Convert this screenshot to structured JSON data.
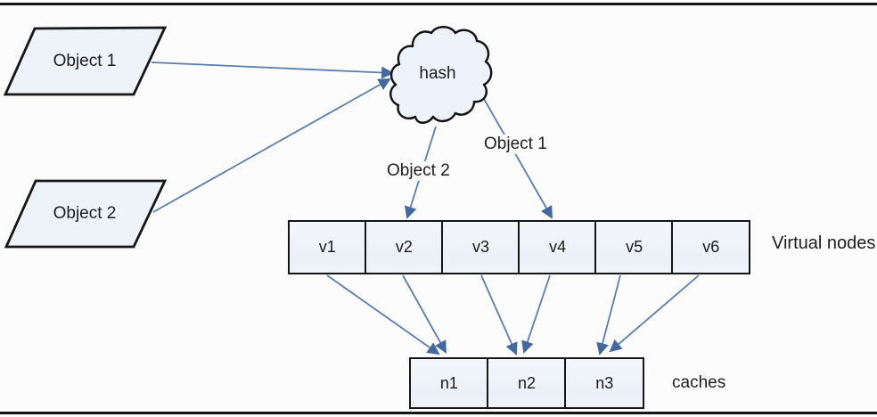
{
  "objects": [
    "Object 1",
    "Object 2"
  ],
  "hash": {
    "label": "hash"
  },
  "virtual_nodes": {
    "side_label": "Virtual nodes",
    "items": [
      "v1",
      "v2",
      "v3",
      "v4",
      "v5",
      "v6"
    ]
  },
  "caches": {
    "side_label": "caches",
    "items": [
      "n1",
      "n2",
      "n3"
    ]
  },
  "edges": [
    {
      "from": "Object 1",
      "to": "hash",
      "label": ""
    },
    {
      "from": "Object 2",
      "to": "hash",
      "label": ""
    },
    {
      "from": "hash",
      "to": "v2",
      "label": "Object 2"
    },
    {
      "from": "hash",
      "to": "v4",
      "label": "Object 1"
    },
    {
      "from": "v1",
      "to": "n1",
      "label": ""
    },
    {
      "from": "v2",
      "to": "n1",
      "label": ""
    },
    {
      "from": "v3",
      "to": "n2",
      "label": ""
    },
    {
      "from": "v4",
      "to": "n2",
      "label": ""
    },
    {
      "from": "v5",
      "to": "n3",
      "label": ""
    },
    {
      "from": "v6",
      "to": "n3",
      "label": ""
    }
  ],
  "colors": {
    "arrow_line": "#5b7dad",
    "arrow_head": "#44699f",
    "box_fill": "#eef2f9",
    "box_border": "#161616",
    "background": "#fcfcfd",
    "text": "#1c1c1c"
  }
}
